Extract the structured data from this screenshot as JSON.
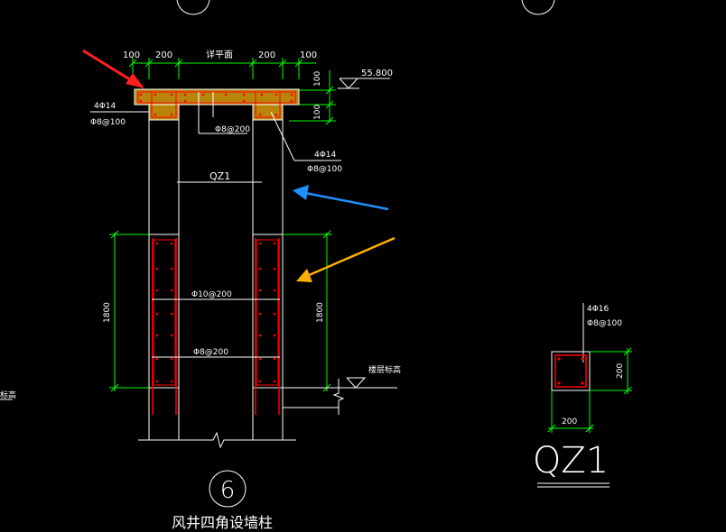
{
  "drawing": {
    "dims_top": [
      "100",
      "200",
      "详平面",
      "200",
      "100"
    ],
    "elevation_top": "55.800",
    "dim_right_upper": [
      "100",
      "100"
    ],
    "top_left_rebar": [
      "4Φ14",
      "Φ8@100"
    ],
    "top_mid_rebar": "Φ8@200",
    "top_right_rebar": [
      "4Φ14",
      "Φ8@100"
    ],
    "column_label": "QZ1",
    "dim_left_vertical": "1800",
    "dim_right_vertical": "1800",
    "rebar_mid_1": "Φ10@200",
    "rebar_mid_2": "Φ8@200",
    "floor_level_label": "楼层标高",
    "left_edge_text": "标高",
    "callout_number": "6",
    "caption": "风井四角设墙柱"
  },
  "section": {
    "rebar": [
      "4Φ16",
      "Φ8@100"
    ],
    "width": "200",
    "height": "200",
    "title": "QZ1"
  },
  "colors": {
    "background": "#000000",
    "outline": "#ffffff",
    "dimension": "#00ff00",
    "rebar": "#ff0000",
    "concrete_fill": "#b8860b",
    "text": "#ffffff",
    "arrow_red": "#ff2020",
    "arrow_blue": "#2090ff",
    "arrow_orange": "#ffb000"
  }
}
